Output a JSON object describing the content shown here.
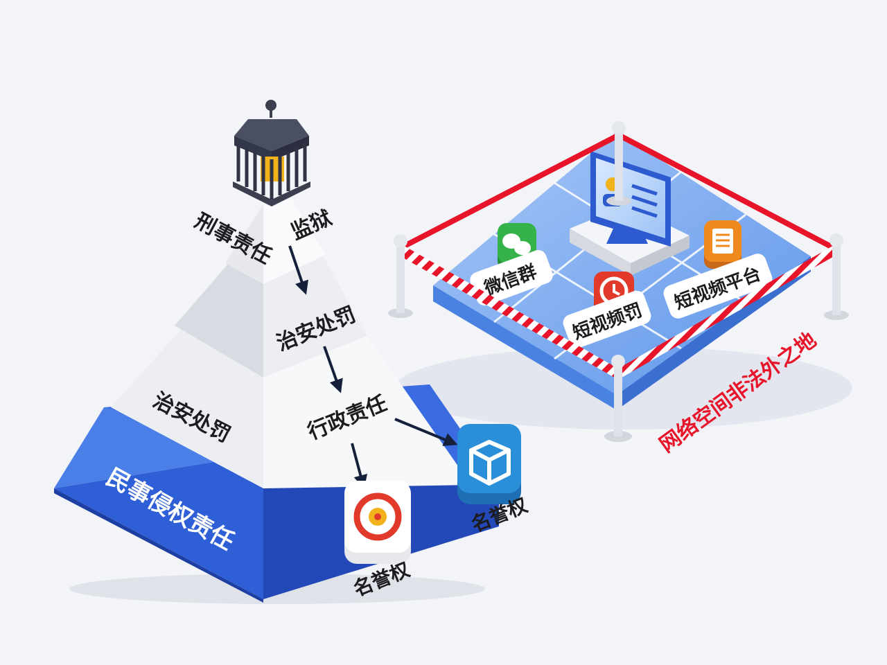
{
  "pyramid": {
    "top_label": "刑事责任",
    "prison_label": "监狱",
    "tier2_label": "治安处罚",
    "tier3_left_label": "治安处罚",
    "tier3_right_label": "行政责任",
    "base_label": "民事侵权责任"
  },
  "reputation": {
    "left_label": "名誉权",
    "right_label": "名誉权"
  },
  "platforms": {
    "wechat_label": "微信群",
    "video_label": "短视频罚",
    "short_video_platform_label": "短视频平台"
  },
  "slogan": "网络空间非法外之地",
  "colors": {
    "pyramid_blue": "#2f5fd6",
    "tape_red": "#e8142a",
    "wechat_green": "#35b24a",
    "doc_orange": "#f08a1e",
    "badge_blue": "#2a8fd8",
    "badge_red": "#e23a2a"
  },
  "icons": [
    "prison-cage-icon",
    "wechat-icon",
    "clock-icon",
    "document-icon",
    "monitor-icon",
    "box-icon",
    "target-icon",
    "arrow-icon"
  ]
}
